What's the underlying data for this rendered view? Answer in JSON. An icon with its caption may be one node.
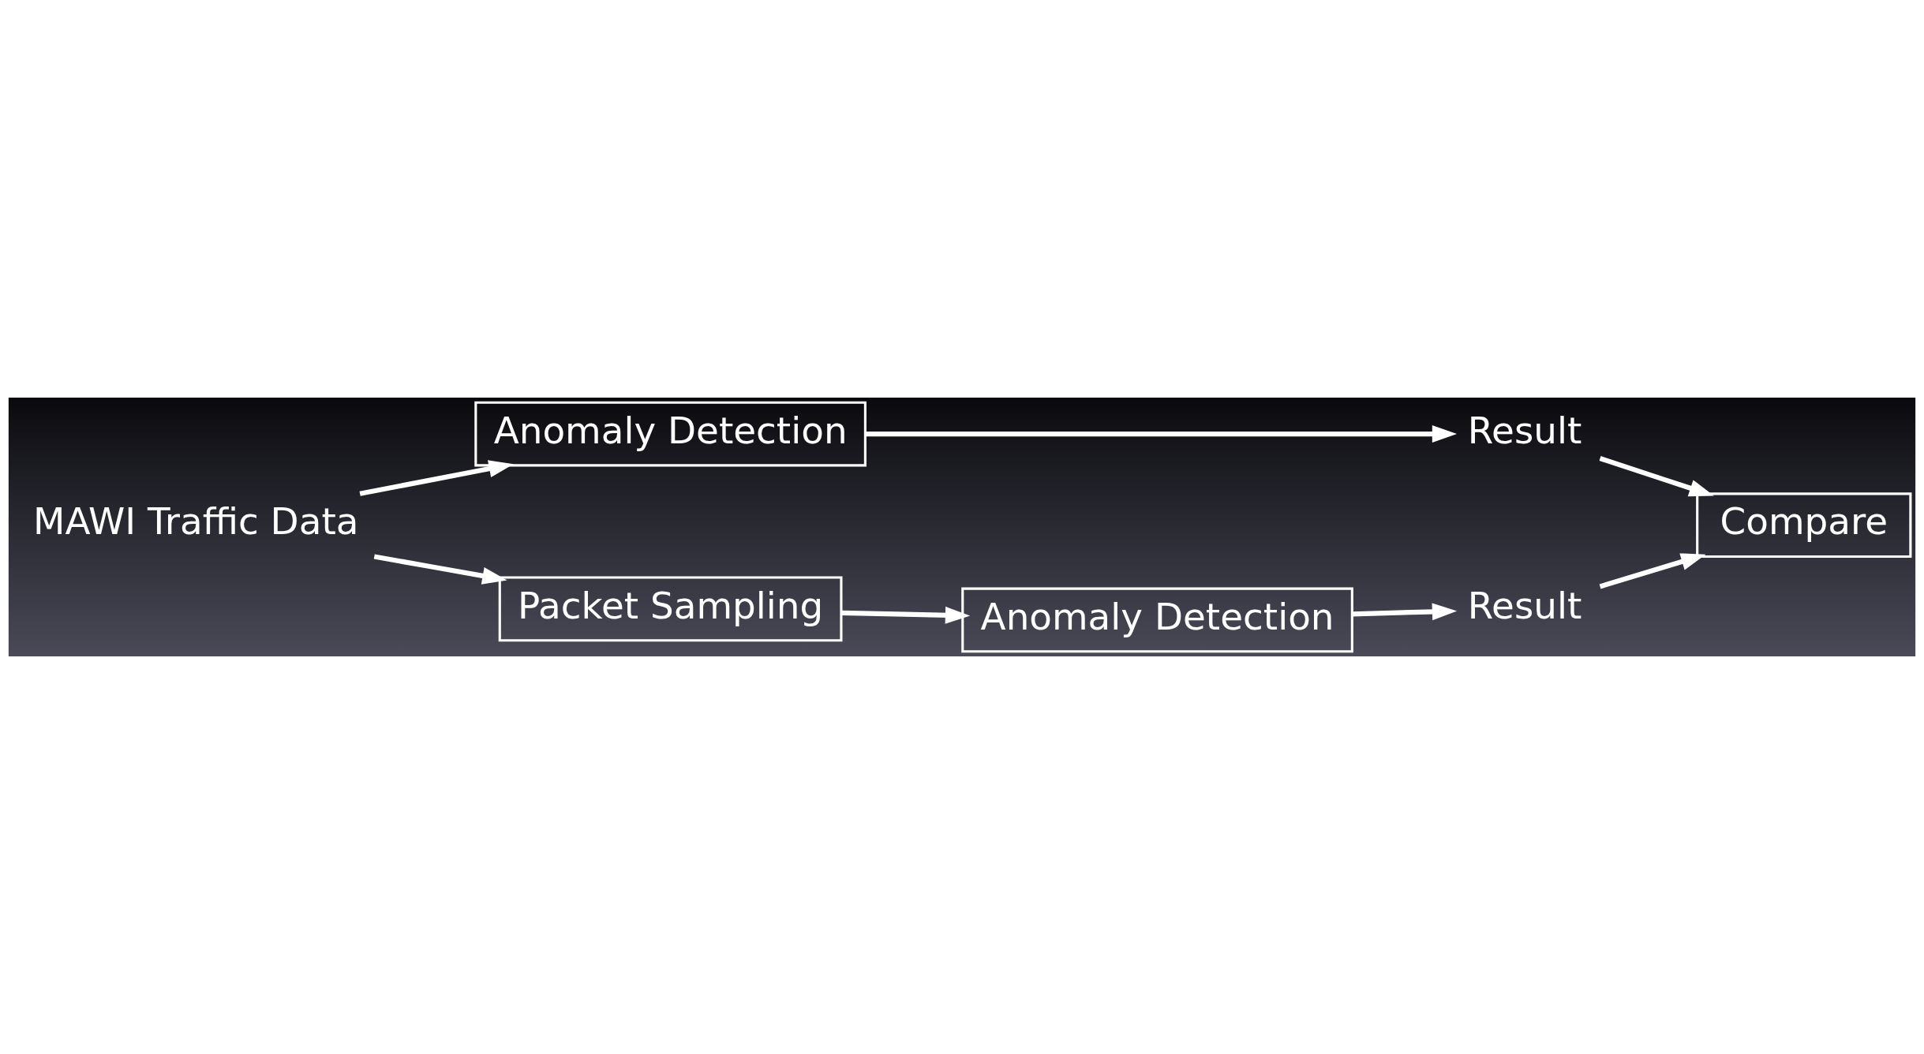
{
  "diagram": {
    "nodes": [
      {
        "text": [
          "MAWI Traffic Data"
        ]
      },
      {
        "text": [
          "Anomaly Detection"
        ]
      },
      {
        "text": [
          "Result"
        ]
      },
      {
        "text": [
          "Compare"
        ]
      },
      {
        "text": [
          "Packet Sampling"
        ]
      },
      {
        "text": [
          "Anomaly Detection"
        ]
      },
      {
        "text": [
          "Result"
        ]
      }
    ],
    "edges": [
      {
        "from": 0,
        "to": 1,
        "arrow": "to"
      },
      {
        "from": 1,
        "to": 2,
        "arrow": "to"
      },
      {
        "from": 2,
        "to": 3,
        "arrow": "to"
      },
      {
        "from": 0,
        "to": 4,
        "arrow": "to"
      },
      {
        "from": 4,
        "to": 5,
        "arrow": "to"
      },
      {
        "from": 5,
        "to": 6,
        "arrow": "to"
      },
      {
        "from": 6,
        "to": 3,
        "arrow": "to"
      }
    ]
  }
}
